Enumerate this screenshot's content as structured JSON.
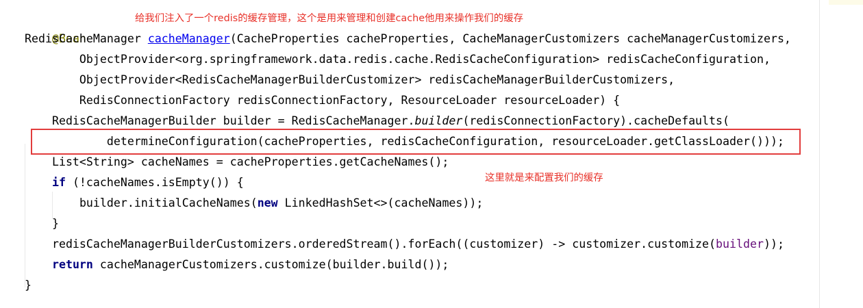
{
  "annotations": {
    "top_note": "给我们注入了一个redis的缓存管理，这个是用来管理和创建cache他用来操作我们的缓存",
    "side_note": "这里就是来配置我们的缓存"
  },
  "code": {
    "l1_annotation": "@Bean",
    "l2_a": "RedisCacheManager ",
    "l2_method": "cacheManager",
    "l2_b": "(CacheProperties cacheProperties, CacheManagerCustomizers cacheManagerCustomizers,",
    "l3": "        ObjectProvider<org.springframework.data.redis.cache.RedisCacheConfiguration> redisCacheConfiguration,",
    "l4": "        ObjectProvider<RedisCacheManagerBuilderCustomizer> redisCacheManagerBuilderCustomizers,",
    "l5": "        RedisConnectionFactory redisConnectionFactory, ResourceLoader resourceLoader) {",
    "l6_a": "    RedisCacheManagerBuilder builder = RedisCacheManager.",
    "l6_static": "builder",
    "l6_b": "(redisConnectionFactory).cacheDefaults(",
    "l7": "            determineConfiguration(cacheProperties, redisCacheConfiguration, resourceLoader.getClassLoader()));",
    "l8": "    List<String> cacheNames = cacheProperties.getCacheNames();",
    "l9_indent": "    ",
    "l9_kw": "if",
    "l9_b": " (!cacheNames.isEmpty()) {",
    "l10_indent": "        ",
    "l10_a": "builder.initialCacheNames(",
    "l10_kw": "new",
    "l10_b": " LinkedHashSet<>(cacheNames));",
    "l11": "    }",
    "l12_a": "    redisCacheManagerBuilderCustomizers.orderedStream().forEach((customizer) -> customizer.customize(",
    "l12_param": "builder",
    "l12_b": "));",
    "l13_indent": "    ",
    "l13_kw": "return",
    "l13_b": " cacheManagerCustomizers.customize(builder.build());",
    "l14": "}"
  },
  "colors": {
    "annotation_red": "#e8322a",
    "highlight_box": "#e23c3c",
    "keyword": "#000080",
    "java_annotation": "#808000",
    "method_link": "#0000ee",
    "param": "#660e7a"
  }
}
